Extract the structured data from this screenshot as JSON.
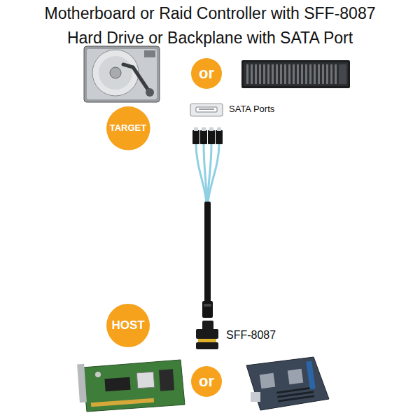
{
  "diagram": {
    "title": "Motherboard or Raid Controller with SFF-8087 Hard Drive or Backplane with SATA Port",
    "nodes": [
      {
        "text": [
          "or"
        ]
      },
      {
        "text": [
          "TARGET"
        ]
      },
      {
        "text": [
          "HOST"
        ]
      },
      {
        "text": [
          "or"
        ]
      }
    ],
    "labels": [
      "SATA Ports",
      "SFF-8087"
    ]
  }
}
